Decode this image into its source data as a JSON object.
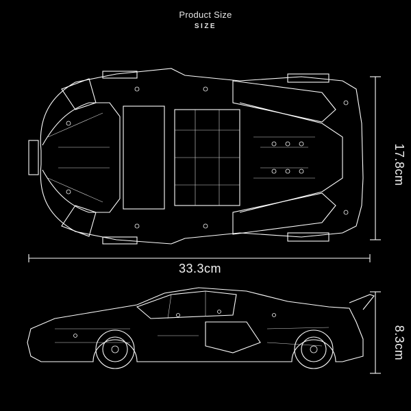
{
  "header": {
    "title": "Product Size",
    "subtitle": "SIZE"
  },
  "dimensions": {
    "length": "33.3cm",
    "width": "17.8cm",
    "height": "8.3cm"
  },
  "colors": {
    "background": "#000000",
    "line": "#ffffff"
  }
}
